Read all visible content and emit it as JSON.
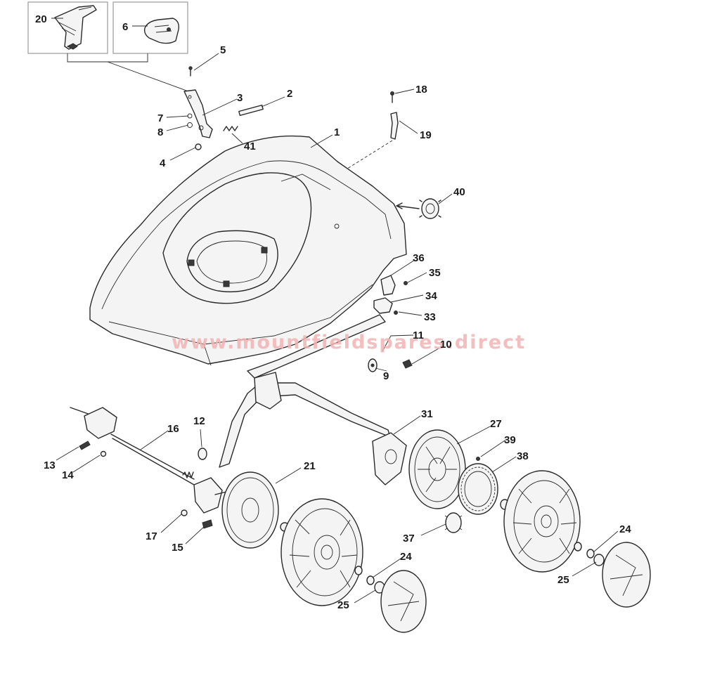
{
  "watermark": "www.mountfieldspares.direct",
  "callouts": {
    "p1": "1",
    "p2": "2",
    "p3": "3",
    "p4": "4",
    "p5": "5",
    "p6": "6",
    "p7": "7",
    "p8": "8",
    "p9": "9",
    "p10": "10",
    "p11": "11",
    "p12": "12",
    "p13": "13",
    "p14": "14",
    "p15": "15",
    "p16": "16",
    "p17": "17",
    "p18": "18",
    "p19": "19",
    "p20": "20",
    "p21": "21",
    "p24a": "24",
    "p24b": "24",
    "p25a": "25",
    "p25b": "25",
    "p27": "27",
    "p31": "31",
    "p33": "33",
    "p34": "34",
    "p35": "35",
    "p36": "36",
    "p37": "37",
    "p38": "38",
    "p39": "39",
    "p40": "40",
    "p41": "41"
  }
}
